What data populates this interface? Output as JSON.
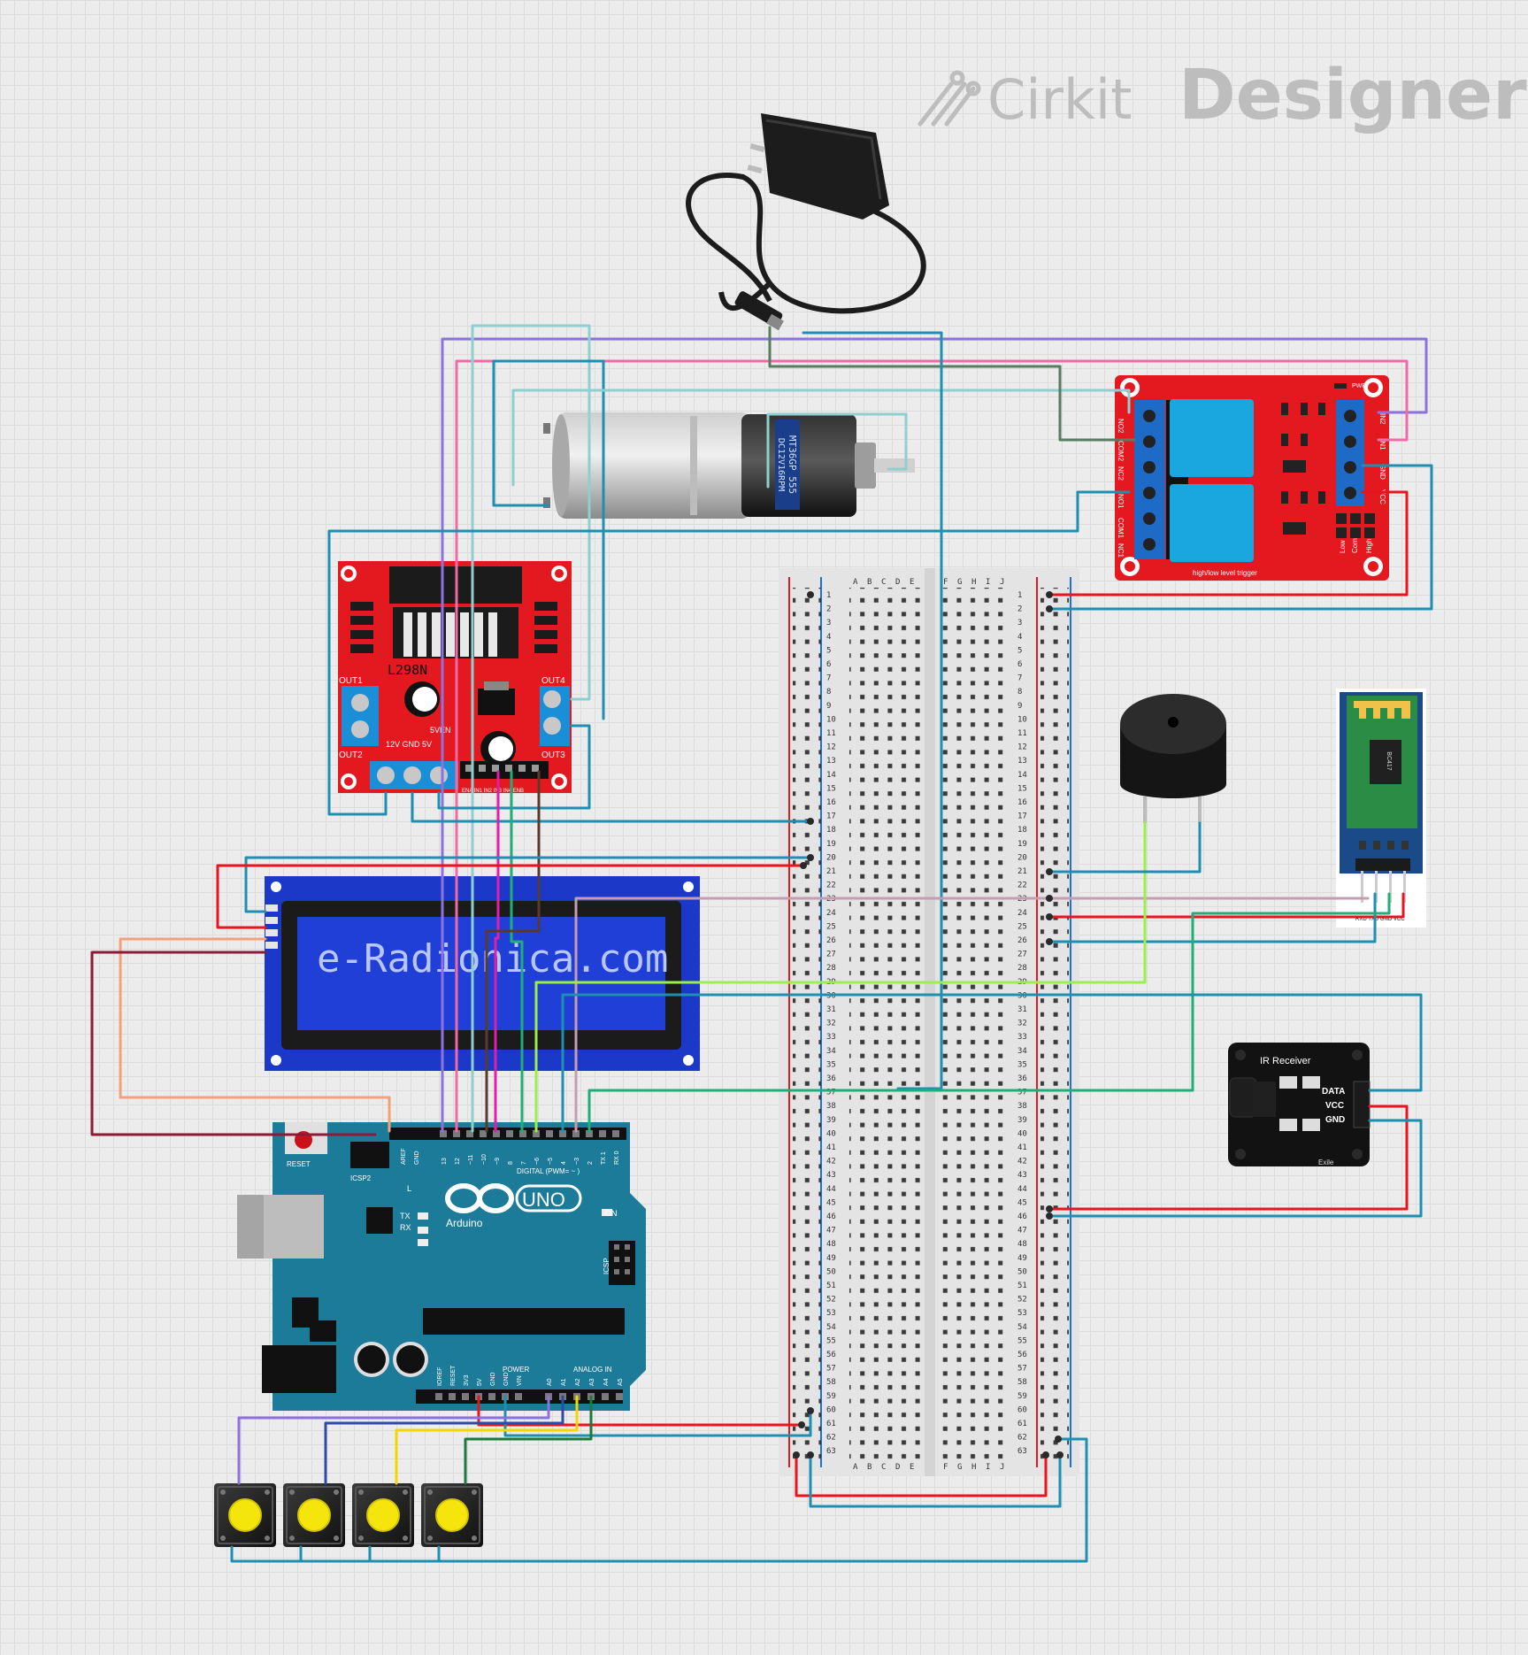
{
  "brand": {
    "name": "Cirkit",
    "product": "Designer"
  },
  "l298n": {
    "chip": "L298N",
    "out1": "OUT1",
    "out2": "OUT2",
    "out3": "OUT3",
    "out4": "OUT4",
    "power_pins": "12V GND  5V",
    "five_ven": "5VEN",
    "in_pins": "ENA IN1 IN2 IN3 IN4 ENB"
  },
  "motor": {
    "label_line1": "MT36GP 555",
    "label_line2": "DC12V16RPM"
  },
  "relay": {
    "left_pins": [
      "NO2",
      "COM2",
      "NC2",
      "NO1",
      "COM1",
      "NC1"
    ],
    "right_pins": [
      "IN2",
      "IN1",
      "GND",
      "VCC"
    ],
    "trigger_text": "high/low level trigger",
    "jumper_labels": [
      "Low",
      "Com",
      "High"
    ],
    "pwr": "PWR"
  },
  "lcd": {
    "text": "e-Radionica.com"
  },
  "breadboard": {
    "columns_left": [
      "A",
      "B",
      "C",
      "D",
      "E"
    ],
    "columns_right": [
      "F",
      "G",
      "H",
      "I",
      "J"
    ],
    "rows": 63
  },
  "bluetooth": {
    "chip": "BC417",
    "pins": "RXD TXD GND VCC"
  },
  "ir": {
    "title": "IR Receiver",
    "pins": [
      "DATA",
      "VCC",
      "GND"
    ],
    "brand": "Exile"
  },
  "arduino": {
    "logo": "Arduino",
    "model": "UNO",
    "reset": "RESET",
    "icsp2": "ICSP2",
    "icsp": "ICSP",
    "digital": "DIGITAL (PWM= ~ )",
    "power": "POWER",
    "analog": "ANALOG IN",
    "on": "ON",
    "tx": "TX",
    "rx": "RX",
    "l": "L",
    "aref": "AREF",
    "gnd": "GND",
    "digital_pins": [
      "13",
      "12",
      "~11",
      "~10",
      "~9",
      "8",
      "7",
      "~6",
      "~5",
      "4",
      "~3",
      "2",
      "TX 1",
      "RX 0"
    ],
    "power_pins": [
      "IOREF",
      "RESET",
      "3V3",
      "5V",
      "GND",
      "GND",
      "VIN"
    ],
    "analog_pins": [
      "A0",
      "A1",
      "A2",
      "A3",
      "A4",
      "A5"
    ]
  },
  "buttons": {
    "count": 4
  },
  "colors": {
    "wire_red": "#e8141e",
    "wire_blue": "#1e8fb0",
    "wire_purple": "#8c72dc",
    "wire_pink": "#ef6ba6",
    "wire_lightblue": "#8fcfcf",
    "wire_green": "#1fae79",
    "wire_lime": "#9aef4a",
    "wire_brown": "#5a3a2a",
    "wire_magenta": "#e41ca8",
    "wire_maroon": "#8c1b3a",
    "wire_salmon": "#f4a07e",
    "wire_mauve": "#c79bb2",
    "wire_darkgreen": "#1b7a3a",
    "wire_yellow": "#f5d600",
    "wire_navy": "#2d4aa8",
    "wire_grayolive": "#5a7a62",
    "arduino_board": "#1d7b9a",
    "relay_board": "#e4181f",
    "l298n_board": "#e4181f",
    "lcd_panel": "#1b38c8"
  }
}
